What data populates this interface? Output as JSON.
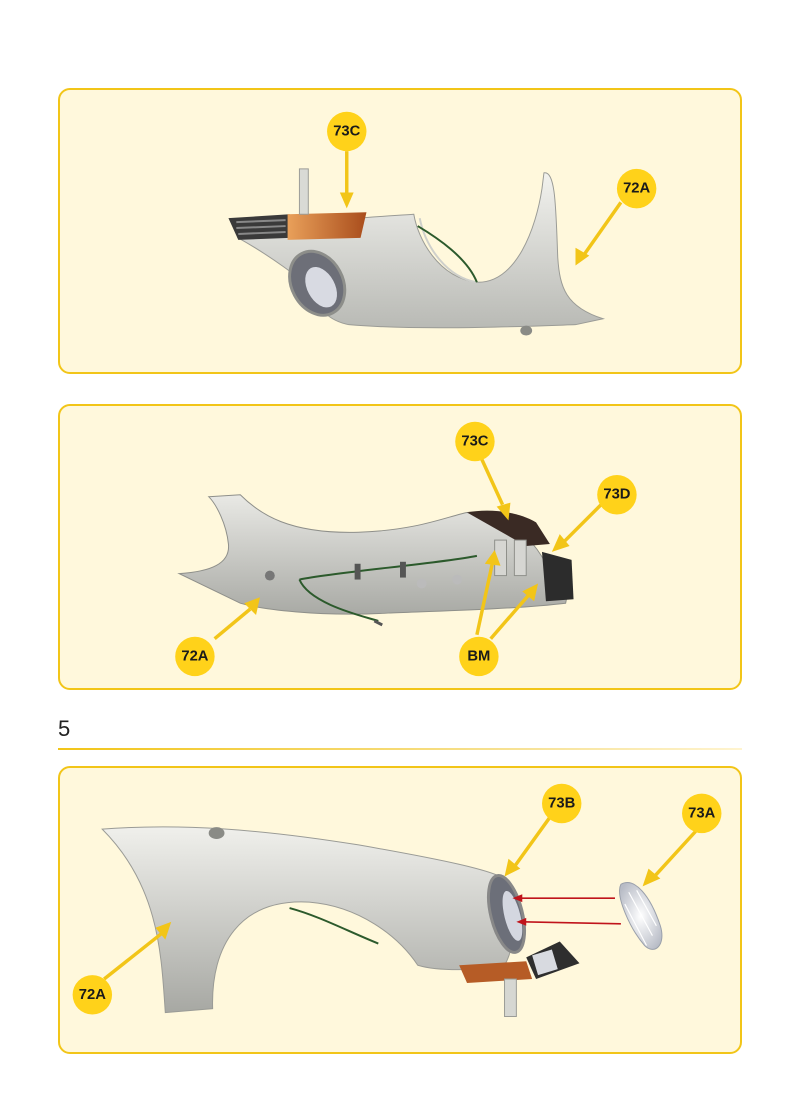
{
  "step": {
    "number": "5"
  },
  "panel_1": {
    "labels": [
      "73C",
      "72A"
    ]
  },
  "panel_2": {
    "labels": [
      "73C",
      "73D",
      "72A",
      "BM"
    ]
  },
  "panel_3": {
    "labels": [
      "73B",
      "73A",
      "72A"
    ]
  },
  "colors": {
    "callout": "#ffd21a",
    "panel_border": "#f2c518",
    "panel_fill": "#fff8dc",
    "insert_arrow": "#c0141b"
  }
}
